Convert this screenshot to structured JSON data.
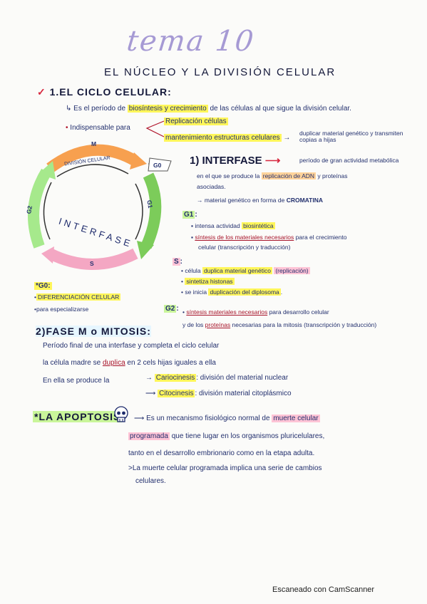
{
  "header": {
    "title": "tema 10",
    "subtitle": "EL NÚCLEO  Y LA DIVISIÓN CELULAR"
  },
  "section1": {
    "heading": "1.EL CICLO CELULAR:",
    "def_prefix": "Es el período de",
    "def_highlight": "biosíntesis y crecimiento",
    "def_suffix": "de las células al que sigue la división celular.",
    "bullet_label": "Indispensable para",
    "branch1": "Replicación células",
    "branch2": "mantenimiento estructuras celulares",
    "branch2_result": "duplicar material genético y transmiten copias a hijas"
  },
  "diagram": {
    "label_M": "M",
    "label_division": "DIVISIÓN CELULAR",
    "label_G0": "G0",
    "label_G1": "G1",
    "label_G2": "G2",
    "label_S": "S",
    "label_interfase": "INTERFASE",
    "colors": {
      "M": "#f7a04f",
      "G1": "#7ccc5a",
      "G2": "#a6e98c",
      "S": "#f4a7c3",
      "G0": "#ffffff"
    }
  },
  "interfase": {
    "heading": "1) INTERFASE",
    "def": "período de gran actividad metabólica",
    "line2_prefix": "en el que se produce la",
    "line2_highlight": "replicación de ADN",
    "line2_suffix": "y proteínas",
    "line3": "asociadas.",
    "line4_prefix": "material genético en forma de",
    "line4_strong": "CROMATINA"
  },
  "g1": {
    "label": "G1",
    "item1_prefix": "intensa actividad",
    "item1_highlight": "biosintética",
    "item2_highlight": "síntesis de los materiales necesarios",
    "item2_suffix": "para el crecimiento",
    "item2_cont": "celular (transcripción y traducción)"
  },
  "s": {
    "label": "S",
    "item1_prefix": "célula",
    "item1_highlight": "duplica material genético",
    "item1_suffix": "(replicación)",
    "item2": "sintetiza histonas",
    "item3_prefix": "se inicia",
    "item3_highlight": "duplicación del diplosoma",
    "item3_suffix": "."
  },
  "g0": {
    "label": "G0",
    "item1": "DIFERENCIACIÓN CELULAR",
    "item2": "para especializarse"
  },
  "g2": {
    "label": "G2",
    "item1_highlight": "síntesis materiales necesarios",
    "item1_suffix": "para desarrollo celular",
    "item2_prefix": "y de los",
    "item2_highlight": "proteínas",
    "item2_suffix": "necesarias para la mitosis (transcripción y traducción)"
  },
  "mitosis": {
    "heading": "2)FASE M o MITOSIS:",
    "line1": "Período final de una interfase y completa el ciclo celular",
    "line2_prefix": "la célula madre se",
    "line2_highlight": "duplica",
    "line2_suffix": "en 2 cels hijas iguales a ella",
    "line3": "En ella se produce la",
    "branch1_term": "Cariocinesis",
    "branch1_def": ": división del material nuclear",
    "branch2_term": "Citocinesis",
    "branch2_def": ": división material citoplásmico"
  },
  "apoptosis": {
    "heading": "*LA APOPTOSIS",
    "skull_icon": "skull-icon",
    "line1_prefix": "Es un mecanismo fisiológico normal de",
    "line1_highlight": "muerte celular",
    "line2_highlight": "programada",
    "line2_suffix": "que tiene lugar en los organismos pluricelulares,",
    "line3": "tanto en el desarrollo embrionario como en la etapa adulta.",
    "line4": ">La muerte celular programada implica una serie de cambios",
    "line5": "celulares."
  },
  "footer": {
    "scanner": "Escaneado con CamScanner"
  }
}
